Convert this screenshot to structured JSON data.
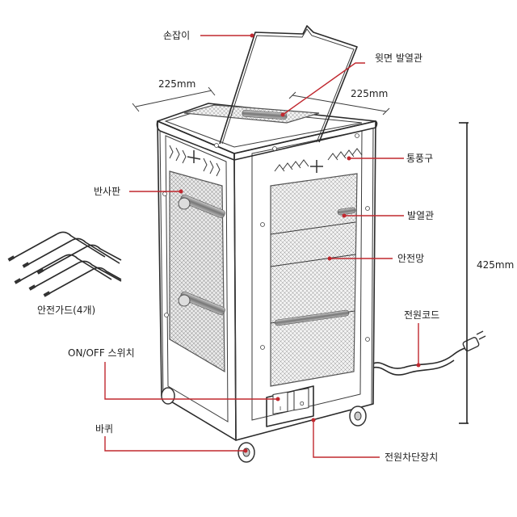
{
  "labels": {
    "handle": "손잡이",
    "top_heater": "윗면 발열관",
    "width_dim": "225mm",
    "depth_dim": "225mm",
    "vent": "통풍구",
    "reflector": "반사판",
    "heating_tube": "발열관",
    "safety_guard": "안전망",
    "guards": "안전가드(4개)",
    "height_dim": "425mm",
    "power_cord": "전원코드",
    "switch": "ON/OFF 스위치",
    "wheel": "바퀴",
    "cutoff": "전원차단장치"
  },
  "colors": {
    "leader": "#c0282f",
    "outline": "#2a2a2a",
    "mesh": "#8a8a8a",
    "panel": "#f4f4f4"
  }
}
